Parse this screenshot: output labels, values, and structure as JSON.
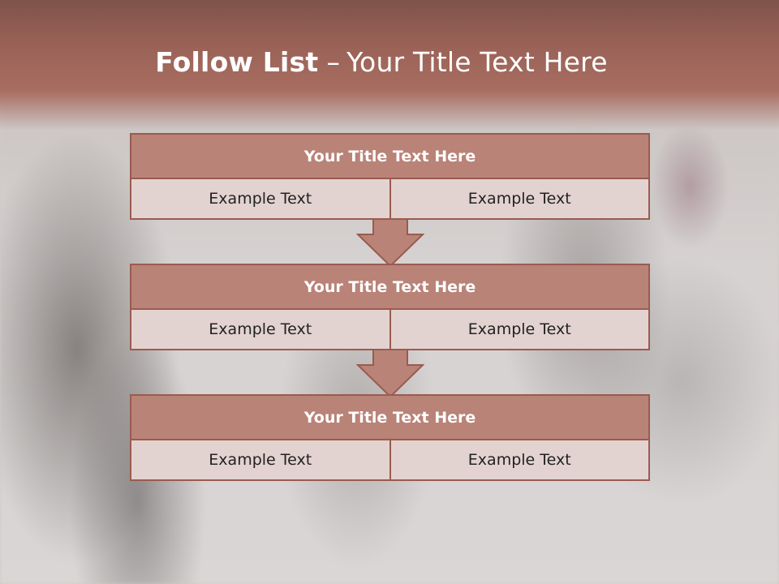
{
  "slide": {
    "title_bold": "Follow List",
    "title_dash": "–",
    "title_rest": "Your Title Text Here"
  },
  "blocks": [
    {
      "title": "Your Title Text Here",
      "left": "Example Text",
      "right": "Example Text"
    },
    {
      "title": "Your Title Text Here",
      "left": "Example Text",
      "right": "Example Text"
    },
    {
      "title": "Your Title Text Here",
      "left": "Example Text",
      "right": "Example Text"
    }
  ],
  "colors": {
    "header": "#a86d61",
    "block_header": "#b98378",
    "block_body": "#e3d3d0",
    "border": "#9a5b4f"
  },
  "icons": [
    "down-arrow-icon",
    "down-arrow-icon"
  ]
}
